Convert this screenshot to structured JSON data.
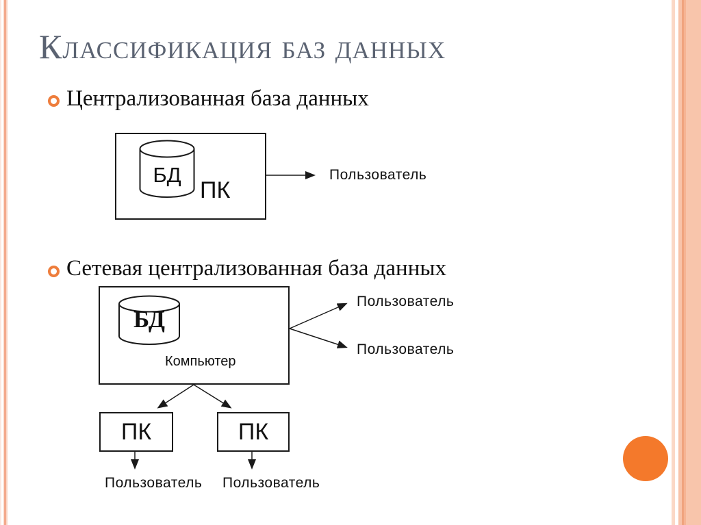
{
  "slide": {
    "title": "Классификация баз данных",
    "bullets": [
      {
        "label": "Централизованная база данных"
      },
      {
        "label": "Сетевая централизованная база данных"
      }
    ]
  },
  "diagrams": {
    "centralized": {
      "db": "БД",
      "pc": "ПК",
      "user": "Пользователь"
    },
    "network": {
      "db": "БД",
      "computer": "Компьютер",
      "user_top": "Пользователь",
      "user_bottom": "Пользователь",
      "pc_left": "ПК",
      "pc_right": "ПК",
      "user_left": "Пользователь",
      "user_right": "Пользователь"
    }
  },
  "colors": {
    "accent_orange": "#f4792b",
    "bullet_ring_orange": "#ee7d3c",
    "title_gray_blue": "#5b6372",
    "diagram_ink": "#1a1a1a",
    "side_stripe_peach": "#f3a98c"
  }
}
